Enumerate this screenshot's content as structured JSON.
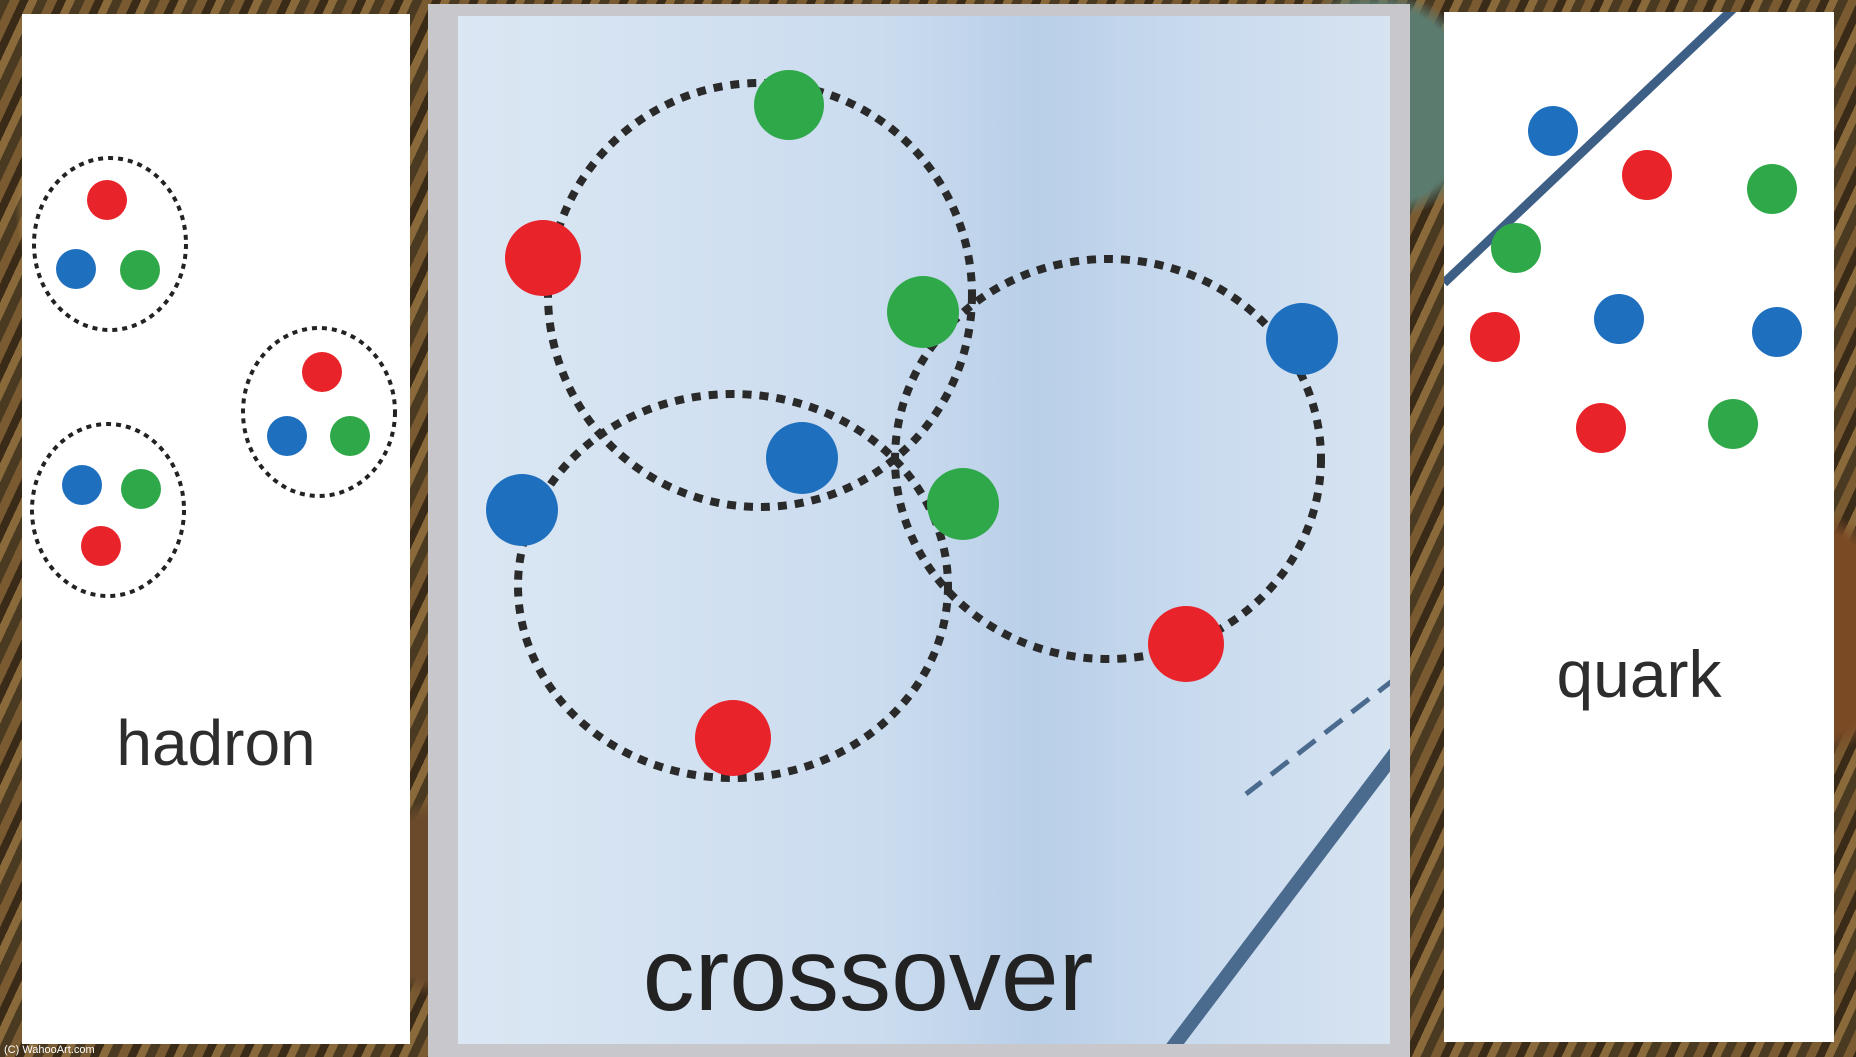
{
  "panels": {
    "hadron": {
      "label": "hadron"
    },
    "crossover": {
      "label": "crossover"
    },
    "quark": {
      "label": "quark"
    }
  },
  "colors": {
    "red": "#e8232a",
    "blue": "#1f6fbf",
    "green": "#2fa84a",
    "ring": "#222222",
    "panel_center_bg": "#cbdcef",
    "phase_line": "#4a6a8e"
  },
  "credit": "(C) WahooArt.com"
}
